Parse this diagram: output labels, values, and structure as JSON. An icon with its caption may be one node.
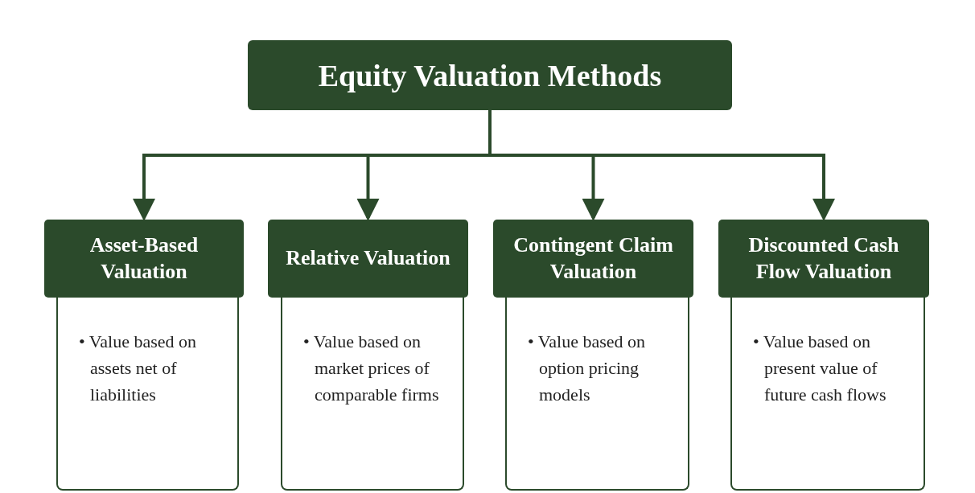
{
  "diagram": {
    "nodes": [
      {
        "text": [
          "Equity Valuation Methods"
        ]
      },
      {
        "text": [
          "Asset-Based Valuation",
          "• Value based on assets net of liabilities"
        ]
      },
      {
        "text": [
          "Relative Valuation",
          "• Value based on market prices of comparable firms"
        ]
      },
      {
        "text": [
          "Contingent Claim Valuation",
          "• Value based on option pricing models"
        ]
      },
      {
        "text": [
          "Discounted Cash Flow Valuation",
          "• Value based on present value of future cash flows"
        ]
      }
    ],
    "edges": [
      {
        "from": 0,
        "to": 1,
        "arrow": "to"
      },
      {
        "from": 0,
        "to": 2,
        "arrow": "to"
      },
      {
        "from": 0,
        "to": 3,
        "arrow": "to"
      },
      {
        "from": 0,
        "to": 4,
        "arrow": "to"
      }
    ]
  }
}
